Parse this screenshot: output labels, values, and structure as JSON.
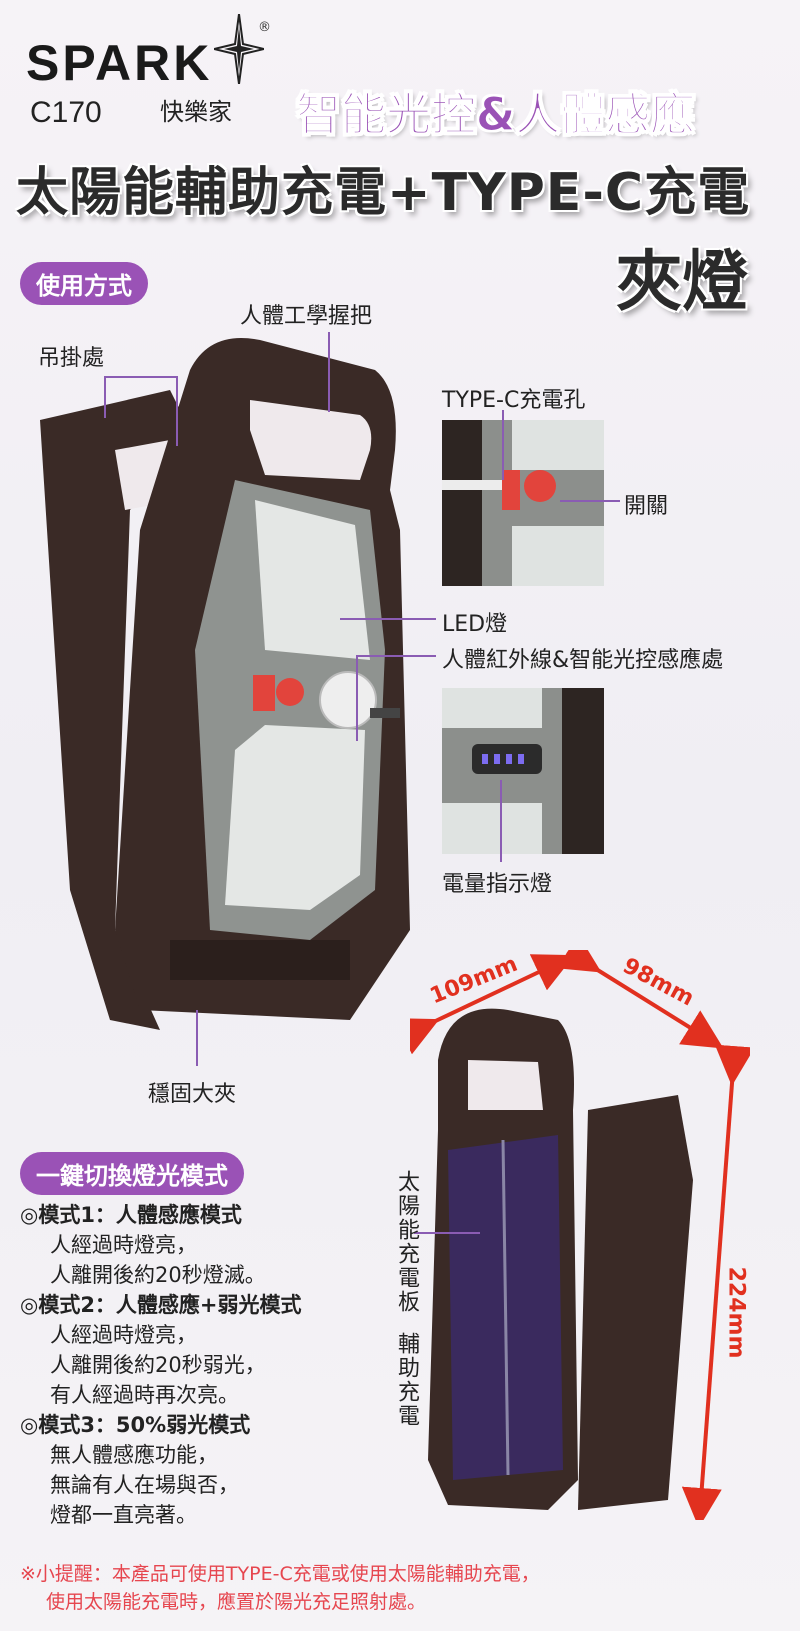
{
  "brand": {
    "name": "SPARK",
    "registered": "®",
    "model": "C170",
    "cn_name": "快樂家"
  },
  "titles": {
    "feature": "智能光控&人體感應",
    "main": "太陽能輔助充電+TYPE-C充電",
    "sub": "夾燈"
  },
  "usage": {
    "pill": "使用方式",
    "labels": {
      "hang": "吊掛處",
      "grip": "人體工學握把",
      "typec": "TYPE-C充電孔",
      "switch": "開關",
      "led": "LED燈",
      "sensor": "人體紅外線&智能光控感應處",
      "battery": "電量指示燈",
      "clip": "穩固大夾"
    }
  },
  "dimensions": {
    "width": "109mm",
    "depth": "98mm",
    "height": "224mm"
  },
  "solar": {
    "panel": "太陽能充電板",
    "aux": "輔助充電"
  },
  "modes": {
    "pill": "一鍵切換燈光模式",
    "items": [
      {
        "title": "◎模式1：人體感應模式",
        "lines": [
          "人經過時燈亮，",
          "人離開後約20秒燈滅。"
        ]
      },
      {
        "title": "◎模式2：人體感應+弱光模式",
        "lines": [
          "人經過時燈亮，",
          "人離開後約20秒弱光，",
          "有人經過時再次亮。"
        ]
      },
      {
        "title": "◎模式3：50%弱光模式",
        "lines": [
          "無人體感應功能，",
          "無論有人在場與否，",
          "燈都一直亮著。"
        ]
      }
    ]
  },
  "note": {
    "line1": "※小提醒：本產品可使用TYPE-C充電或使用太陽能輔助充電，",
    "line2": "使用太陽能充電時，應置於陽光充足照射處。"
  },
  "colors": {
    "accent": "#9a52b6",
    "warning": "#e1301f",
    "body": "#3a2a26"
  }
}
